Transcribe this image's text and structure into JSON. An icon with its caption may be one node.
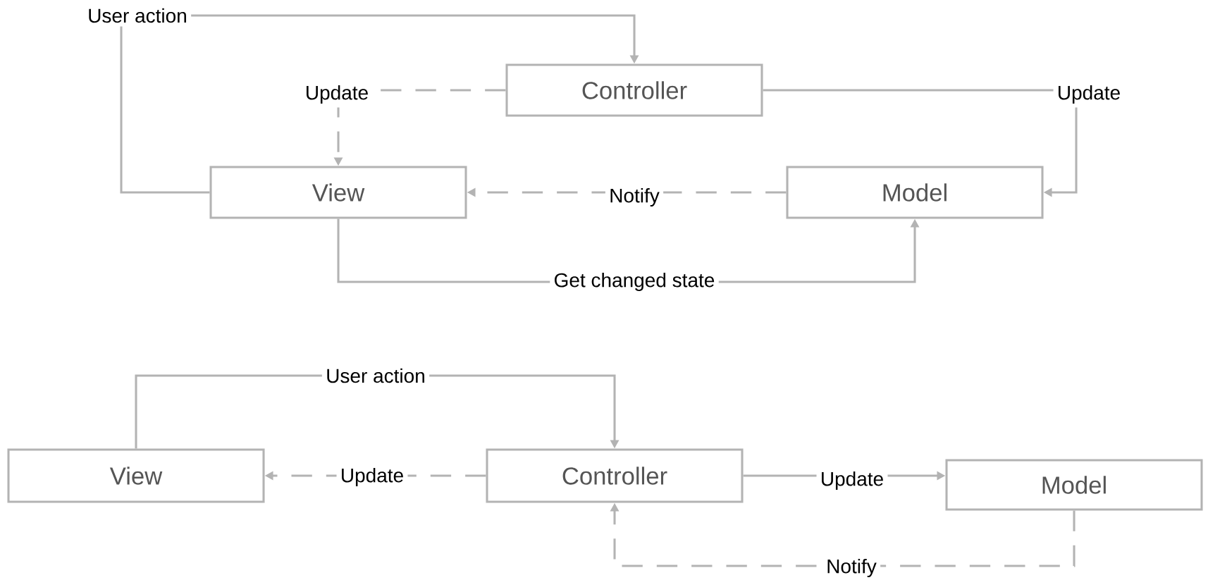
{
  "diagram": {
    "nodes": [
      {
        "text": [
          "Controller"
        ]
      },
      {
        "text": [
          "View"
        ]
      },
      {
        "text": [
          "Model"
        ]
      },
      {
        "text": [
          "View"
        ]
      },
      {
        "text": [
          "Controller"
        ]
      },
      {
        "text": [
          "Model"
        ]
      }
    ],
    "edges": [
      {
        "from": 1,
        "to": 0,
        "arrow": "to",
        "label": "User action"
      },
      {
        "from": 0,
        "to": 1,
        "arrow": "to",
        "label": "Update",
        "style": "dashed"
      },
      {
        "from": 0,
        "to": 2,
        "arrow": "to",
        "label": "Update"
      },
      {
        "from": 2,
        "to": 1,
        "arrow": "to",
        "label": "Notify",
        "style": "dashed"
      },
      {
        "from": 1,
        "to": 2,
        "arrow": "to",
        "label": "Get changed state"
      },
      {
        "from": 3,
        "to": 4,
        "arrow": "to",
        "label": "User action"
      },
      {
        "from": 4,
        "to": 3,
        "arrow": "to",
        "label": "Update",
        "style": "dashed"
      },
      {
        "from": 4,
        "to": 5,
        "arrow": "to",
        "label": "Update"
      },
      {
        "from": 5,
        "to": 4,
        "arrow": "to",
        "label": "Notify",
        "style": "dashed"
      }
    ]
  }
}
